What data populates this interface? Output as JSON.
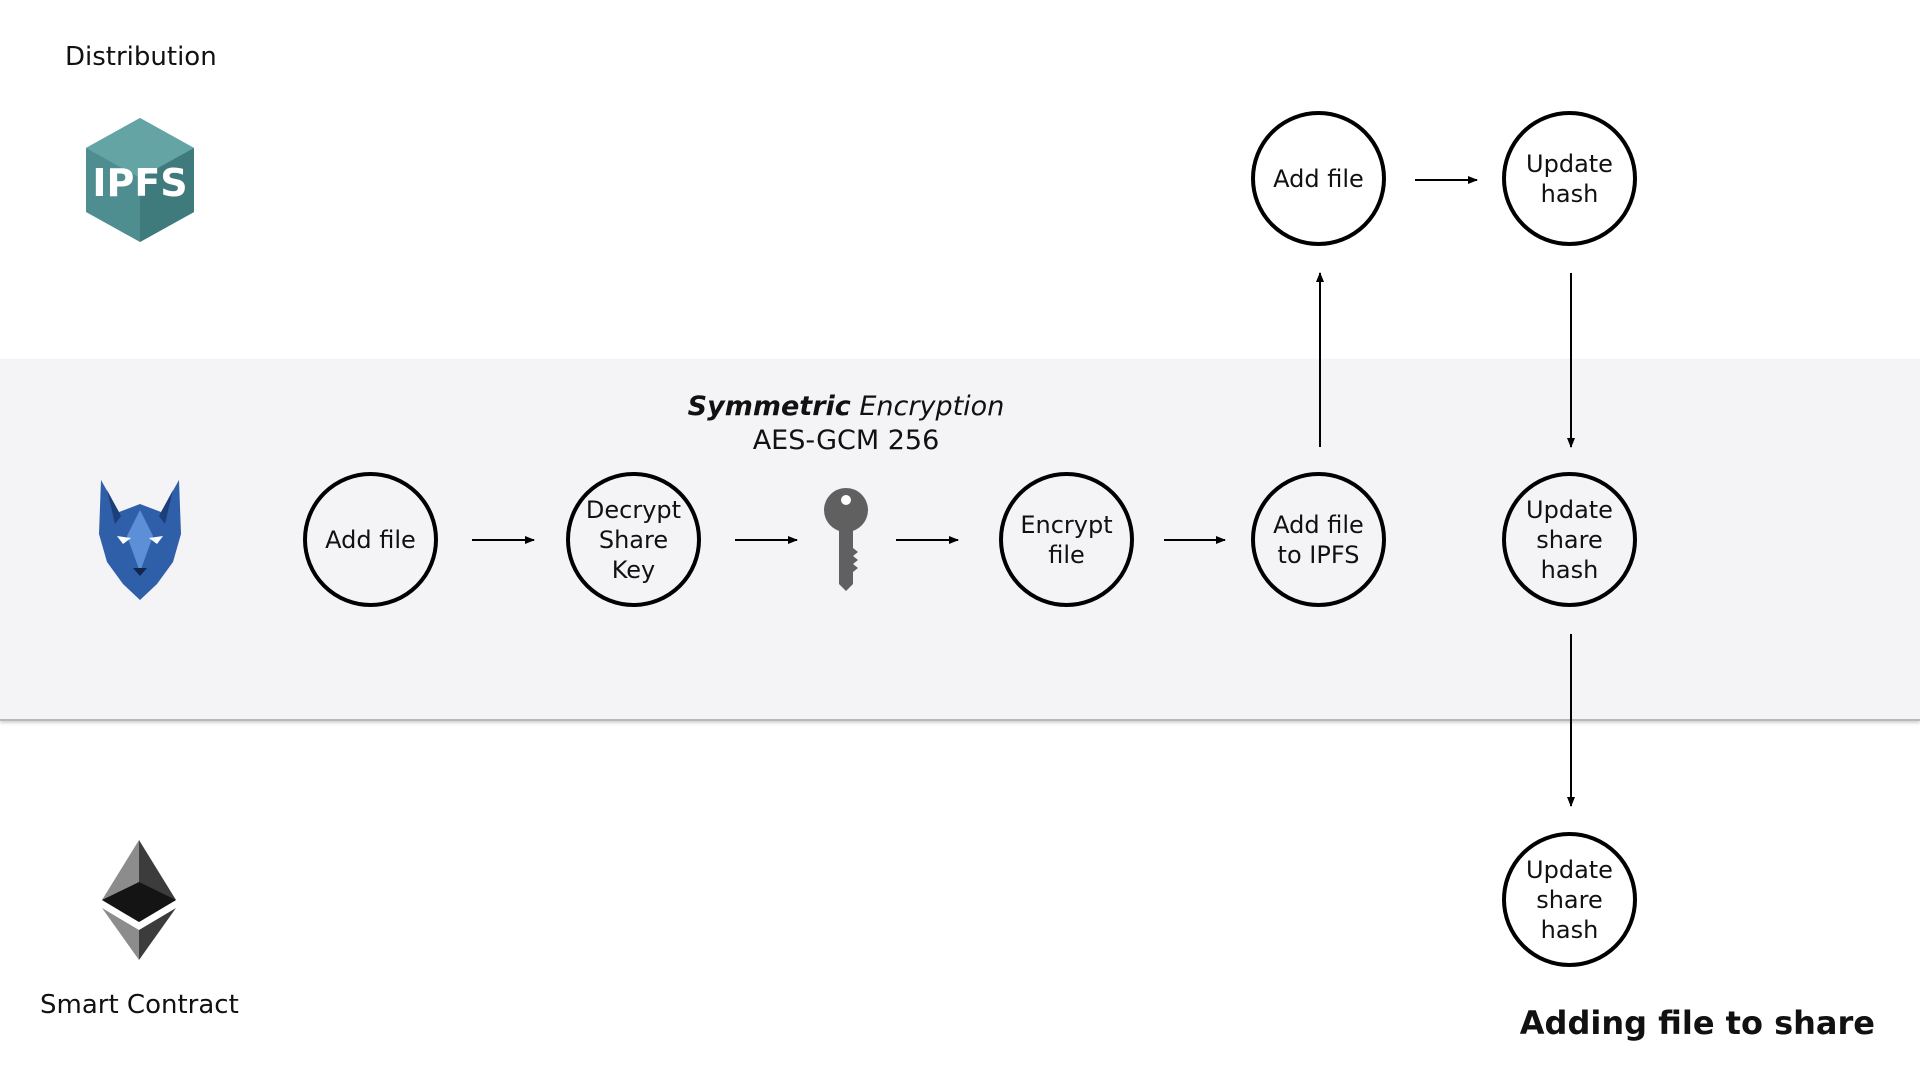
{
  "lanes": {
    "distribution_label": "Distribution",
    "contract_label": "Smart Contract",
    "ipfs_logo_text": "IPFS"
  },
  "caption": {
    "bold": "Symmetric",
    "italic": " Encryption",
    "algorithm": "AES-GCM 256"
  },
  "nodes": {
    "add_file_client": "Add file",
    "decrypt_key": [
      "Decrypt",
      "Share",
      "Key"
    ],
    "encrypt_file": [
      "Encrypt",
      "file"
    ],
    "add_to_ipfs": [
      "Add file",
      "to IPFS"
    ],
    "ipfs_add_file": "Add file",
    "update_hash": [
      "Update",
      "hash"
    ],
    "update_share_hash_client": [
      "Update",
      "share",
      "hash"
    ],
    "update_share_hash_contract": [
      "Update",
      "share",
      "hash"
    ]
  },
  "icons": {
    "ipfs": "ipfs-cube-logo",
    "client": "wolf-head-logo",
    "key": "key-icon",
    "contract": "ethereum-diamond-logo"
  },
  "colors": {
    "band": "#f4f3f6",
    "ipfs_teal": "#4f8e90",
    "wolf_blue": "#2f5fa8",
    "key_gray": "#606060"
  },
  "footer": {
    "title": "Adding file to share"
  }
}
